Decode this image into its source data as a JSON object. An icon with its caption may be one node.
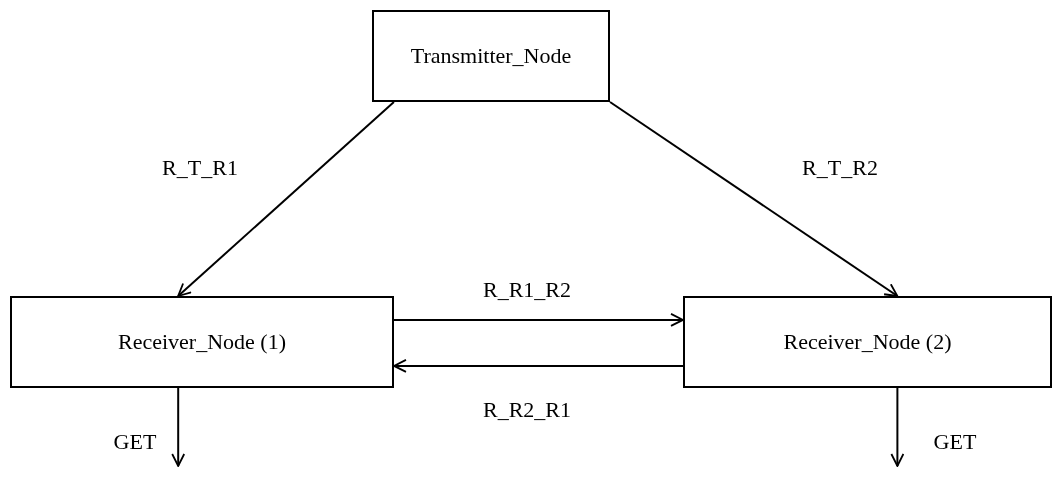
{
  "diagram": {
    "nodes": [
      {
        "text": [
          "Transmitter_Node"
        ]
      },
      {
        "text": [
          "Receiver_Node (1)"
        ]
      },
      {
        "text": [
          "Receiver_Node (2)"
        ]
      }
    ],
    "edges": [
      {
        "from": 0,
        "to": 1,
        "arrow": "to",
        "label": "R_T_R1"
      },
      {
        "from": 0,
        "to": 2,
        "arrow": "to",
        "label": "R_T_R2"
      },
      {
        "from": 1,
        "to": 2,
        "arrow": "to",
        "label": "R_R1_R2"
      },
      {
        "from": 2,
        "to": 1,
        "arrow": "to",
        "label": "R_R2_R1"
      },
      {
        "from": 1,
        "to": null,
        "arrow": "to",
        "label": "GET"
      },
      {
        "from": 2,
        "to": null,
        "arrow": "to",
        "label": "GET"
      }
    ]
  }
}
